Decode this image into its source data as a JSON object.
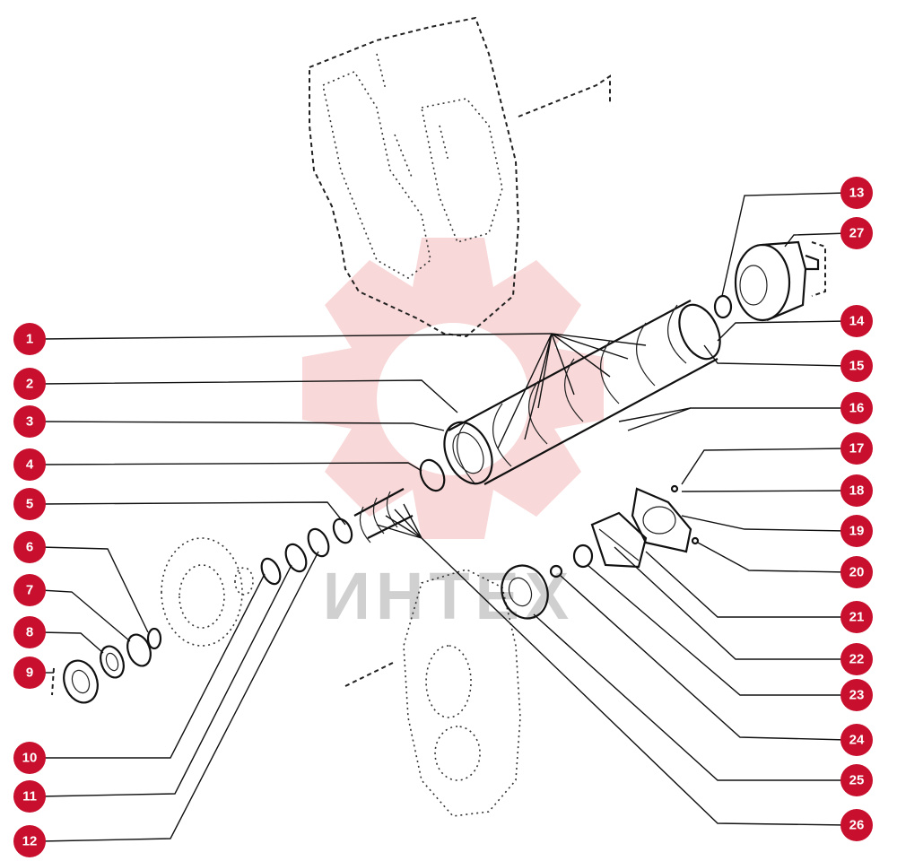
{
  "watermark": {
    "text": "ИНТЕХ",
    "color": "#f3b8b8"
  },
  "callouts": {
    "color": "#c8102e",
    "text_color": "#ffffff",
    "labels": [
      "1",
      "2",
      "3",
      "4",
      "5",
      "6",
      "7",
      "8",
      "9",
      "10",
      "11",
      "12",
      "13",
      "14",
      "15",
      "16",
      "17",
      "18",
      "19",
      "20",
      "21",
      "22",
      "23",
      "24",
      "25",
      "26",
      "27"
    ]
  }
}
